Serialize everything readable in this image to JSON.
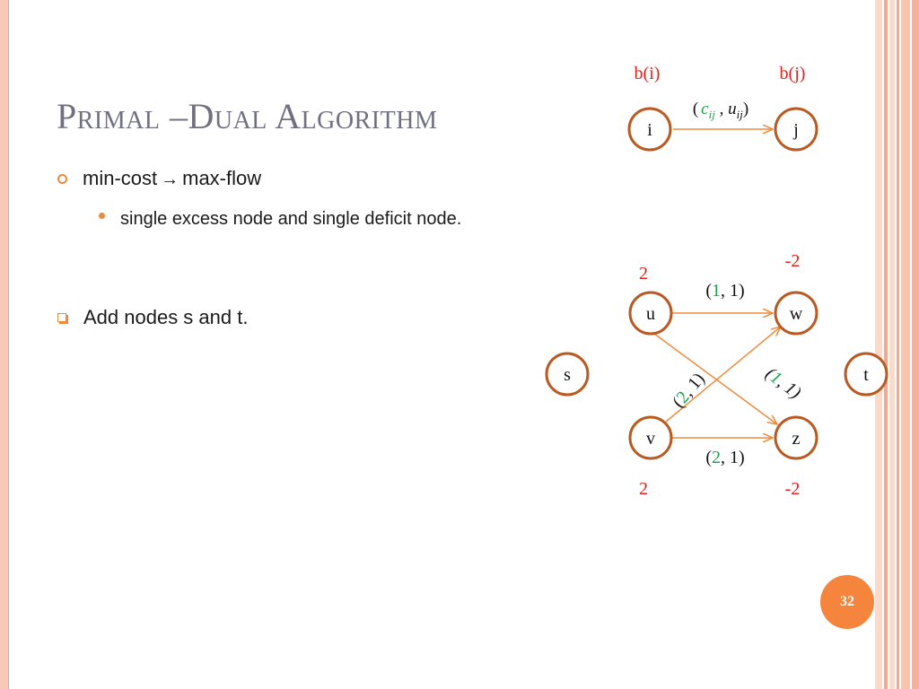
{
  "slide": {
    "title": "Primal –Dual Algorithm",
    "page_number": "32"
  },
  "bullets": {
    "b1_pre": "min-cost",
    "b1_arrow": "→",
    "b1_post": "max-flow",
    "b2": "single excess node and single deficit node.",
    "b3": "Add nodes s and t."
  },
  "legend": {
    "b_i": "b(i)",
    "b_j": "b(j)",
    "node_i": "i",
    "node_j": "j",
    "edge_open": "(",
    "edge_c": "c",
    "edge_c_sub": "ij",
    "edge_sep": " , ",
    "edge_u": "u",
    "edge_u_sub": "ij",
    "edge_close": ")"
  },
  "network": {
    "nodes": {
      "u": "u",
      "w": "w",
      "v": "v",
      "z": "z",
      "s": "s",
      "t": "t"
    },
    "supplies": {
      "u": "2",
      "w": "-2",
      "v": "2",
      "z": "-2"
    },
    "edges": {
      "uw": {
        "open": "(",
        "cost": "1",
        "sep": ", ",
        "cap": "1",
        "close": ")"
      },
      "vz": {
        "open": "(",
        "cost": "2",
        "sep": ", ",
        "cap": "1",
        "close": ")"
      },
      "vw": {
        "open": "(",
        "cost": "2",
        "sep": ", ",
        "cap": "1",
        "close": ")"
      },
      "uz": {
        "open": "(",
        "cost": "1",
        "sep": ", ",
        "cap": "1",
        "close": ")"
      }
    }
  },
  "colors": {
    "node_border": "#b85a22",
    "edge": "#ef8a3a",
    "supply_text": "#e0201a",
    "cost_text": "#1aa34a",
    "accent": "#f5843d"
  }
}
